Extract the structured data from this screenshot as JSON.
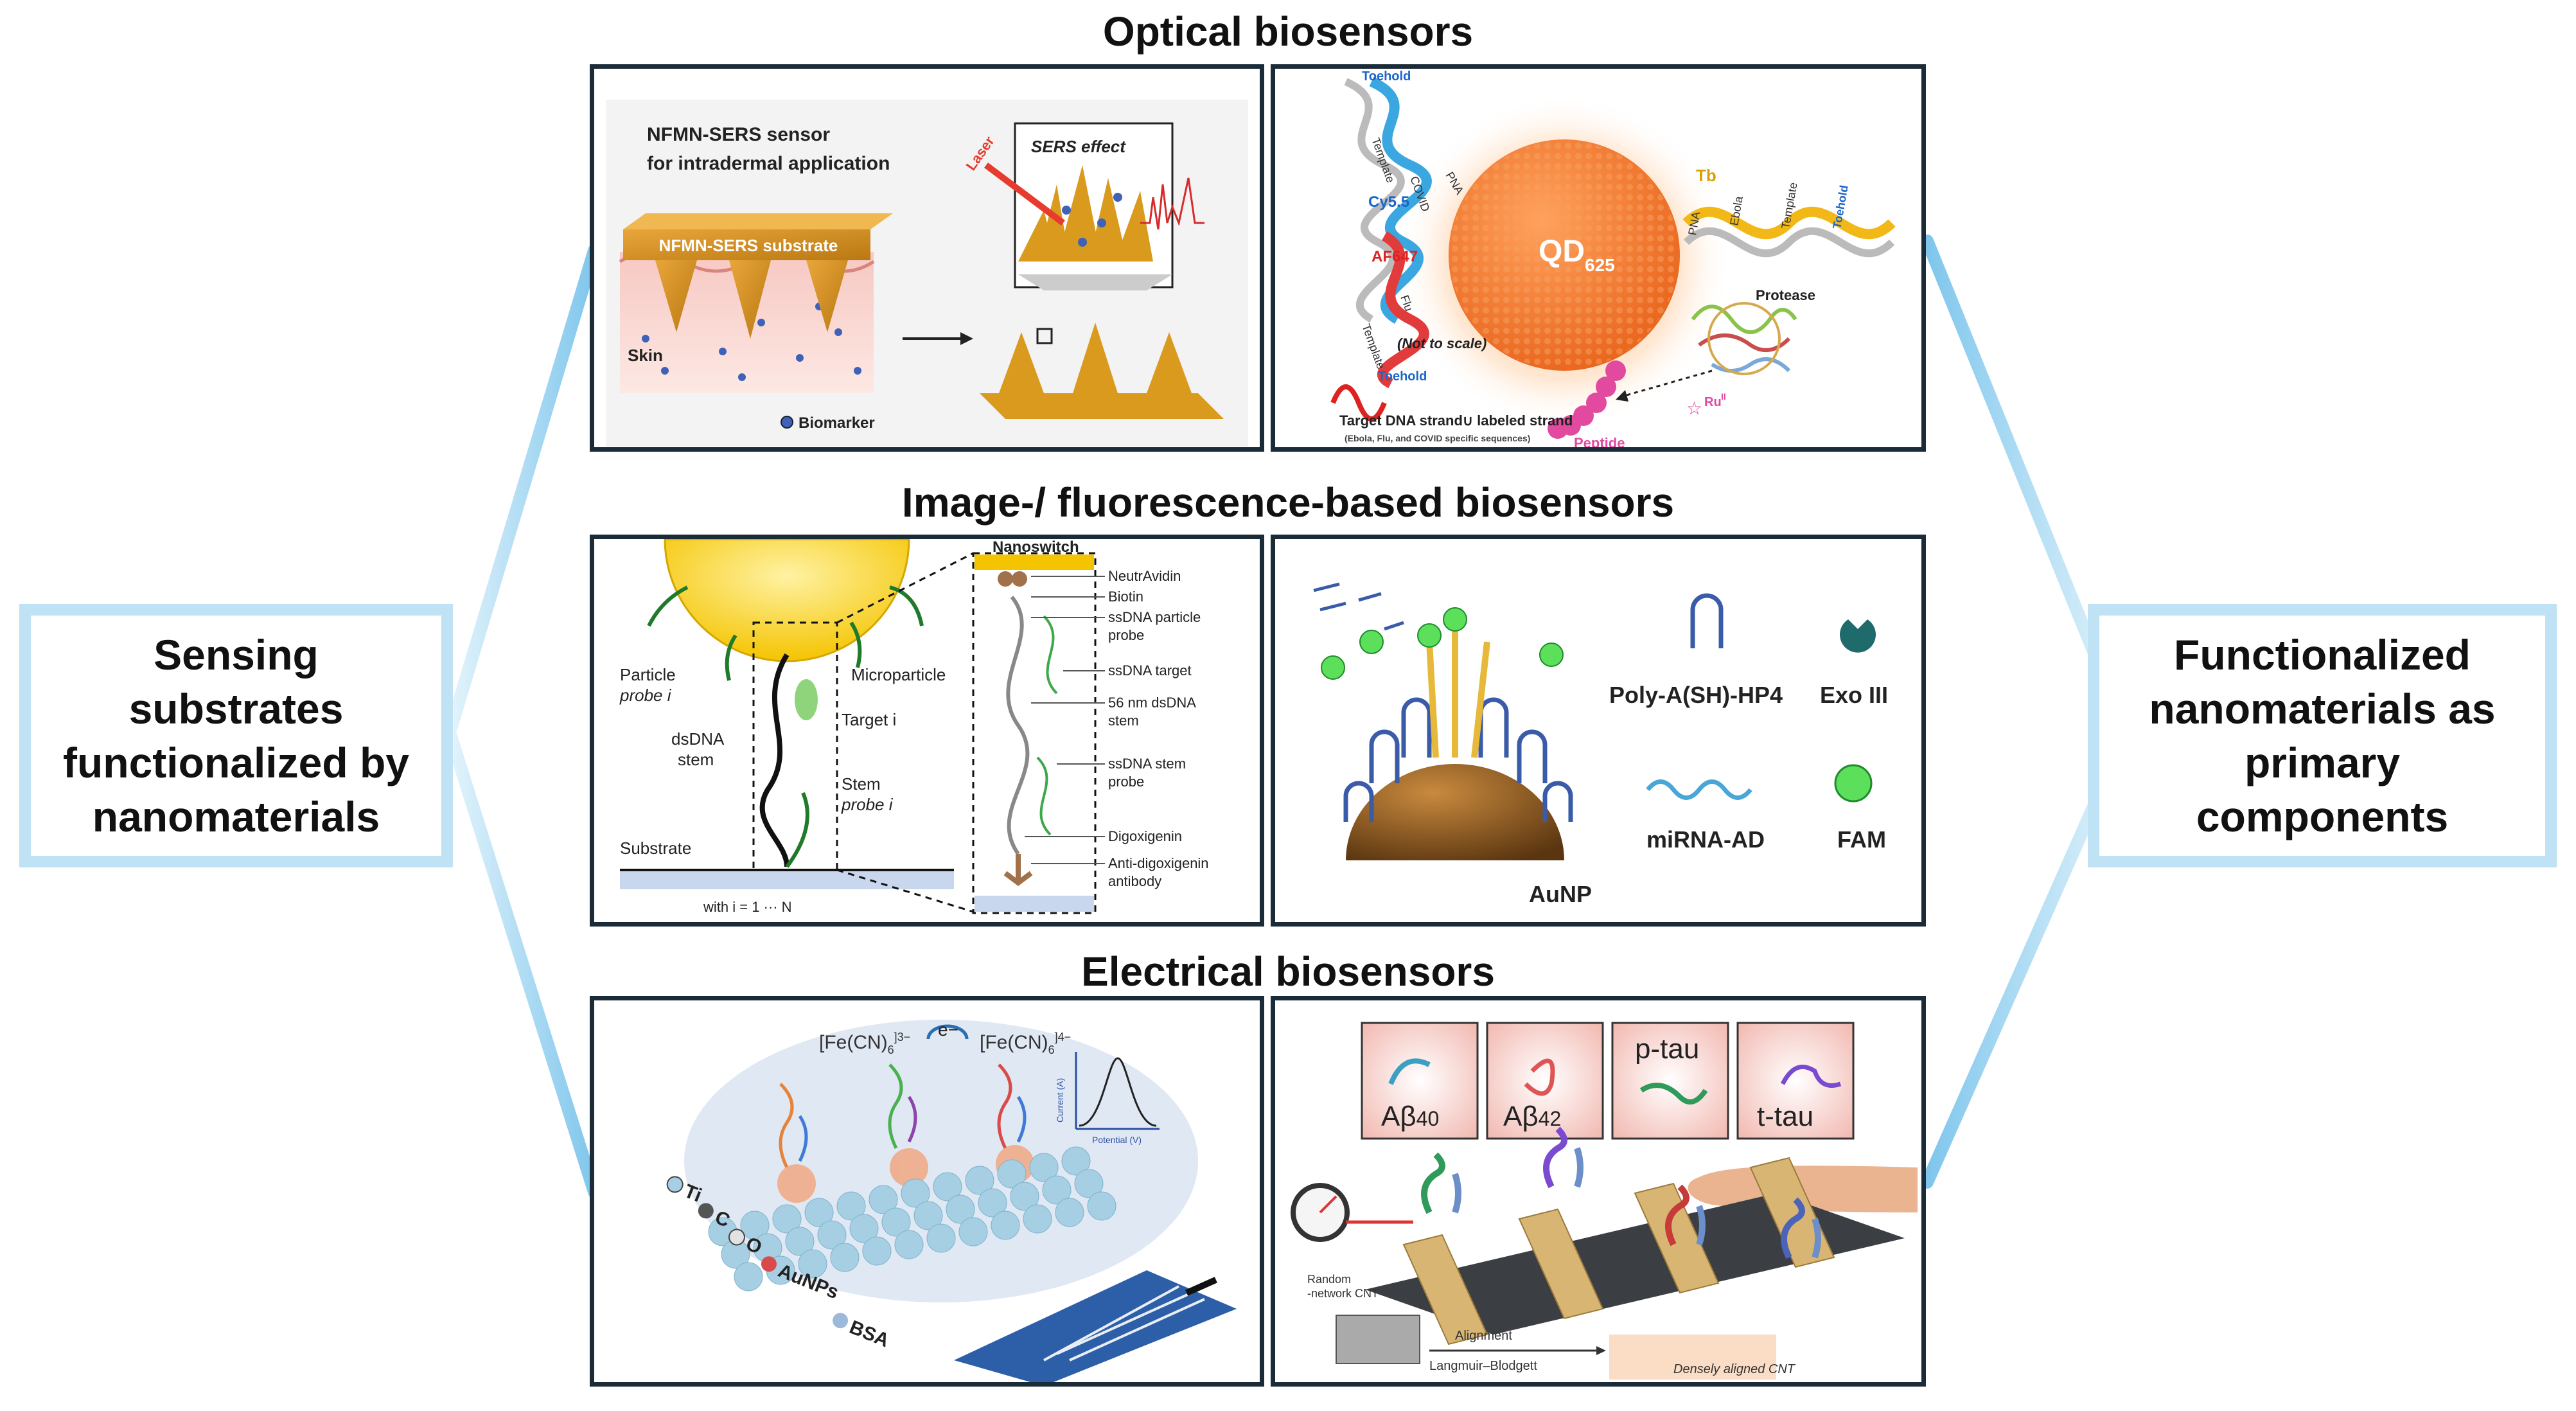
{
  "sections": {
    "optical": "Optical biosensors",
    "image": "Image-/ fluorescence-based biosensors",
    "electrical": "Electrical biosensors"
  },
  "left_box": "Sensing\nsubstrates\nfunctionalized by\nnanomaterials",
  "right_box": "Functionalized\nnanomaterials as\nprimary\ncomponents",
  "p1": {
    "title1": "NFMN-SERS sensor",
    "title2": "for intradermal application",
    "substrate": "NFMN-SERS substrate",
    "skin": "Skin",
    "biomarker": "Biomarker",
    "sers_effect": "SERS effect",
    "laser": "Laser"
  },
  "p2": {
    "qd": "QD",
    "qd_sub": "625",
    "cy55": "Cy5.5",
    "af647": "AF647",
    "tb": "Tb",
    "protease": "Protease",
    "not_to_scale": "(Not to scale)",
    "target_line": "Target DNA strand∪ labeled strand",
    "target_sub": "(Ebola, Flu, and COVID specific sequences)",
    "peptide": "Peptide",
    "ru": "Ru",
    "ru_sup": "II",
    "toehold": "Toehold",
    "template": "Template",
    "covid": "COVID",
    "flu": "Flu",
    "ebola": "Ebola",
    "pna": "PNA"
  },
  "p3": {
    "particle_probe": "Particle",
    "probe_i": "probe i",
    "microparticle": "Microparticle",
    "target_i": "Target i",
    "dsdna": "dsDNA",
    "stem": "stem",
    "stem_probe": "Stem",
    "stem_probe_i": "probe i",
    "substrate": "Substrate",
    "with_i": "with i = 1 ··· N",
    "nanoswitch": "Nanoswitch",
    "neutravidin": "NeutrAvidin",
    "biotin": "Biotin",
    "ssdna_particle": "ssDNA particle",
    "probe": "probe",
    "ssdna_target": "ssDNA target",
    "nm56": "56 nm dsDNA",
    "stem2": "stem",
    "ssdna_stem": "ssDNA stem",
    "probe2": "probe",
    "digoxigenin": "Digoxigenin",
    "anti_dig": "Anti-digoxigenin",
    "antibody": "antibody"
  },
  "p4": {
    "polya": "Poly-A(SH)-HP4",
    "exo": "Exo III",
    "mirna": "miRNA-AD",
    "fam": "FAM",
    "aunp": "AuNP"
  },
  "p5": {
    "fe1": "[Fe(CN)",
    "fe1_sub": "6",
    "fe1_sup": "]3−",
    "e": "e−",
    "fe2": "[Fe(CN)",
    "fe2_sub": "6",
    "fe2_sup": "]4−",
    "current": "Current (A)",
    "potential": "Potential (V)",
    "ti": "Ti",
    "c": "C",
    "o": "O",
    "aunps": "AuNPs",
    "bsa": "BSA"
  },
  "p6": {
    "ab40": "Aβ",
    "ab40_sub": "40",
    "ab42": "Aβ",
    "ab42_sub": "42",
    "ptau": "p-tau",
    "ttau": "t-tau",
    "random1": "Random",
    "random2": "-network CNT",
    "alignment": "Alignment",
    "lb": "Langmuir–Blodgett",
    "dense": "Densely aligned CNT"
  },
  "colors": {
    "panel_border": "#1b2c38",
    "connector": "#a9d9f2",
    "box_border": "#bfe3f5",
    "gold": "#d99a1e",
    "qd_orange": "#f07a2a"
  }
}
